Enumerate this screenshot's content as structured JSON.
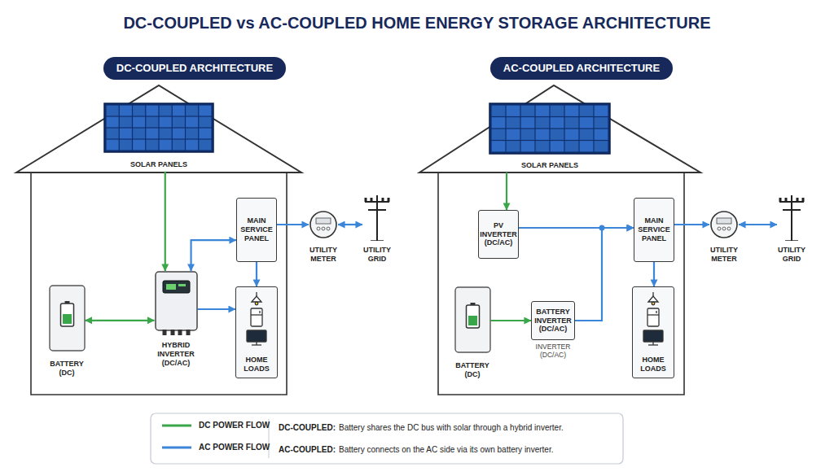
{
  "diagram": {
    "title": "DC-COUPLED vs AC-COUPLED HOME ENERGY STORAGE ARCHITECTURE",
    "nodes": [
      {
        "text": [
          "DC-COUPLED ARCHITECTURE"
        ]
      },
      {
        "text": [
          "AC-COUPLED ARCHITECTURE"
        ]
      },
      {
        "text": [
          "SOLAR PANELS"
        ]
      },
      {
        "text": [
          "MAIN SERVICE PANEL"
        ]
      },
      {
        "text": [
          "UTILITY METER"
        ]
      },
      {
        "text": [
          "UTILITY GRID"
        ]
      },
      {
        "text": [
          "BATTERY (DC)"
        ]
      },
      {
        "text": [
          "HYBRID INVERTER (DC/AC)"
        ]
      },
      {
        "text": [
          "HOME LOADS"
        ]
      },
      {
        "text": [
          "SOLAR PANELS"
        ]
      },
      {
        "text": [
          "PV INVERTER (DC/AC)"
        ]
      },
      {
        "text": [
          "MAIN SERVICE PANEL"
        ]
      },
      {
        "text": [
          "UTILITY METER"
        ]
      },
      {
        "text": [
          "UTILITY GRID"
        ]
      },
      {
        "text": [
          "BATTERY (DC)"
        ]
      },
      {
        "text": [
          "BATTERY INVERTER (DC/AC)"
        ]
      },
      {
        "text": [
          "HOME LOADS"
        ]
      }
    ],
    "edges": [
      {
        "from": 2,
        "to": 7,
        "arrow": "to"
      },
      {
        "from": 6,
        "to": 7,
        "arrow": "both"
      },
      {
        "from": 7,
        "to": 8,
        "arrow": "to"
      },
      {
        "from": 7,
        "to": 3,
        "arrow": "both"
      },
      {
        "from": 3,
        "to": 4,
        "arrow": "to"
      },
      {
        "from": 4,
        "to": 5,
        "arrow": "both"
      },
      {
        "from": 3,
        "to": 8,
        "arrow": "to"
      },
      {
        "from": 9,
        "to": 10,
        "arrow": "to"
      },
      {
        "from": 10,
        "to": 11,
        "arrow": "to"
      },
      {
        "from": 14,
        "to": 15,
        "arrow": "to"
      },
      {
        "from": 15,
        "to": 11,
        "arrow": "to"
      },
      {
        "from": 11,
        "to": 12,
        "arrow": "to"
      },
      {
        "from": 12,
        "to": 13,
        "arrow": "both"
      },
      {
        "from": 11,
        "to": 16,
        "arrow": "to"
      }
    ],
    "labels": [
      "INVERTER (DC/AC)",
      "DC-COUPLED:",
      "Battery shares the DC bus with solar through a hybrid inverter.",
      "AC-COUPLED:",
      "Battery connects on the AC side via its own battery inverter."
    ],
    "legend": [
      {
        "text": "DC POWER FLOW"
      },
      {
        "text": "AC POWER FLOW"
      }
    ]
  }
}
